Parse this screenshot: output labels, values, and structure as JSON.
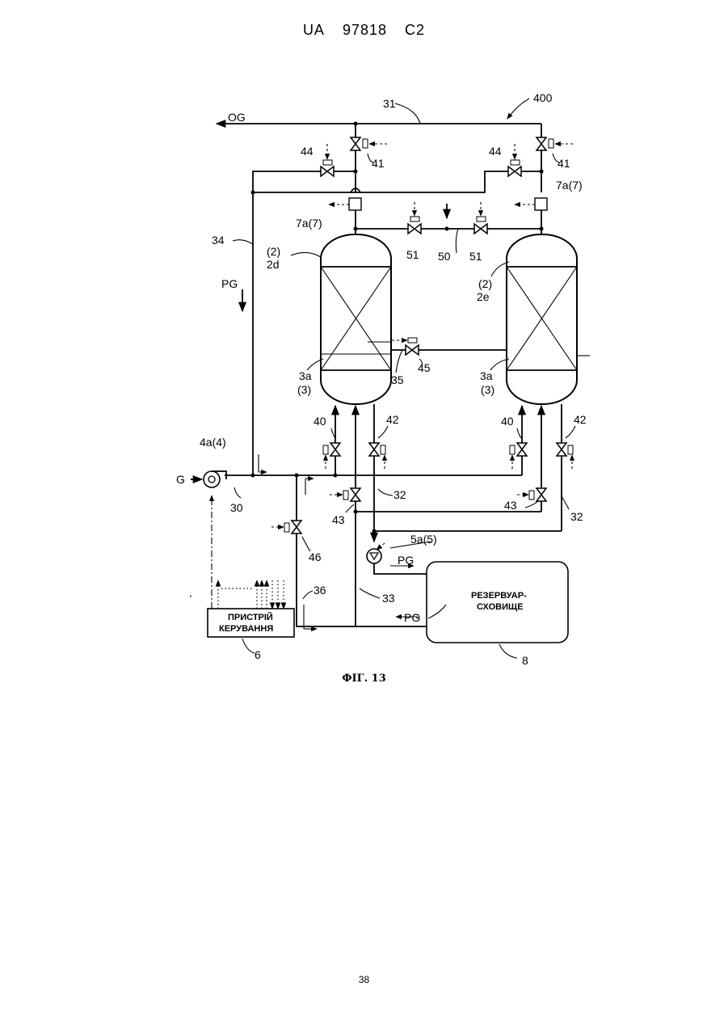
{
  "header": {
    "doc": "UA",
    "number": "97818",
    "kind": "C2"
  },
  "labels": {
    "og": "OG",
    "g": "G",
    "pg": "PG",
    "n31": "31",
    "n400": "400",
    "n41": "41",
    "n44": "44",
    "n7a7": "7a(7)",
    "n34": "34",
    "n2": "(2)",
    "n2d": "2d",
    "n2e": "2e",
    "n51": "51",
    "n50": "50",
    "n45": "45",
    "n35": "35",
    "n3a": "3a",
    "n3": "(3)",
    "n40": "40",
    "n42": "42",
    "n4a4": "4a(4)",
    "n30": "30",
    "n32": "32",
    "n43": "43",
    "n46": "46",
    "n5a5": "5a(5)",
    "n36": "36",
    "n33": "33",
    "n6": "6",
    "n8": "8"
  },
  "control_box": {
    "line1": "ПРИСТРІЙ",
    "line2": "КЕРУВАННЯ"
  },
  "storage_box": {
    "line1": "РЕЗЕРВУАР-",
    "line2": "СХОВИЩЕ"
  },
  "caption": "ФІГ. 13",
  "page_number": "38"
}
